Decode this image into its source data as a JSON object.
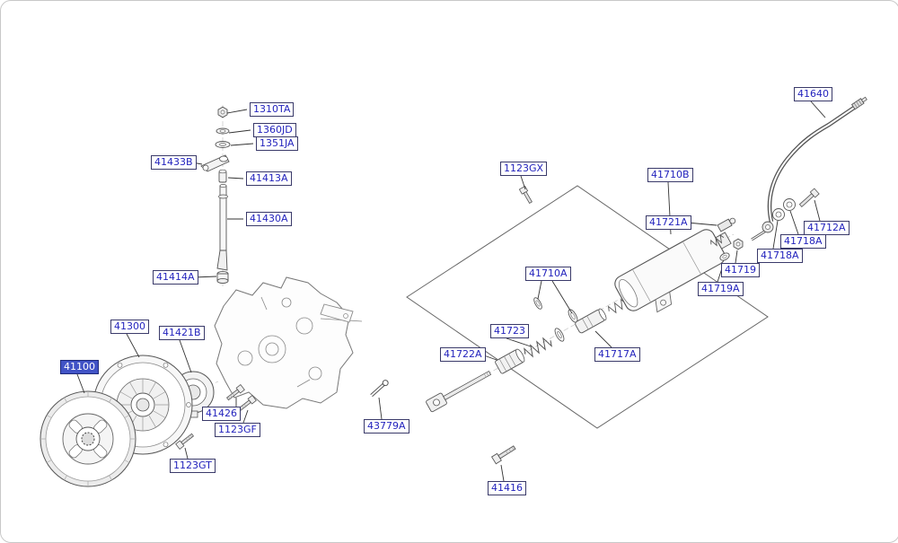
{
  "diagram": {
    "type": "exploded-parts-diagram",
    "subject": "clutch-and-release-cylinder",
    "highlighted_part": "41100",
    "colors": {
      "background": "#ffffff",
      "label_text": "#2323bd",
      "label_border": "#3a3a6a",
      "highlight_background": "#4153c6",
      "highlight_text": "#ffffff",
      "leader_line": "#333333",
      "artwork_line": "#555555"
    }
  },
  "labels": [
    {
      "text": "1310TA"
    },
    {
      "text": "1360JD"
    },
    {
      "text": "1351JA"
    },
    {
      "text": "41433B"
    },
    {
      "text": "41413A"
    },
    {
      "text": "41430A"
    },
    {
      "text": "41414A"
    },
    {
      "text": "41300"
    },
    {
      "text": "41421B"
    },
    {
      "text": "41100"
    },
    {
      "text": "41426"
    },
    {
      "text": "1123GF"
    },
    {
      "text": "1123GT"
    },
    {
      "text": "43779A"
    },
    {
      "text": "41416"
    },
    {
      "text": "41722A"
    },
    {
      "text": "41723"
    },
    {
      "text": "41710A"
    },
    {
      "text": "41717A"
    },
    {
      "text": "1123GX"
    },
    {
      "text": "41710B"
    },
    {
      "text": "41721A"
    },
    {
      "text": "41719"
    },
    {
      "text": "41719A"
    },
    {
      "text": "41718A"
    },
    {
      "text": "41718A"
    },
    {
      "text": "41712A"
    },
    {
      "text": "41640"
    }
  ]
}
